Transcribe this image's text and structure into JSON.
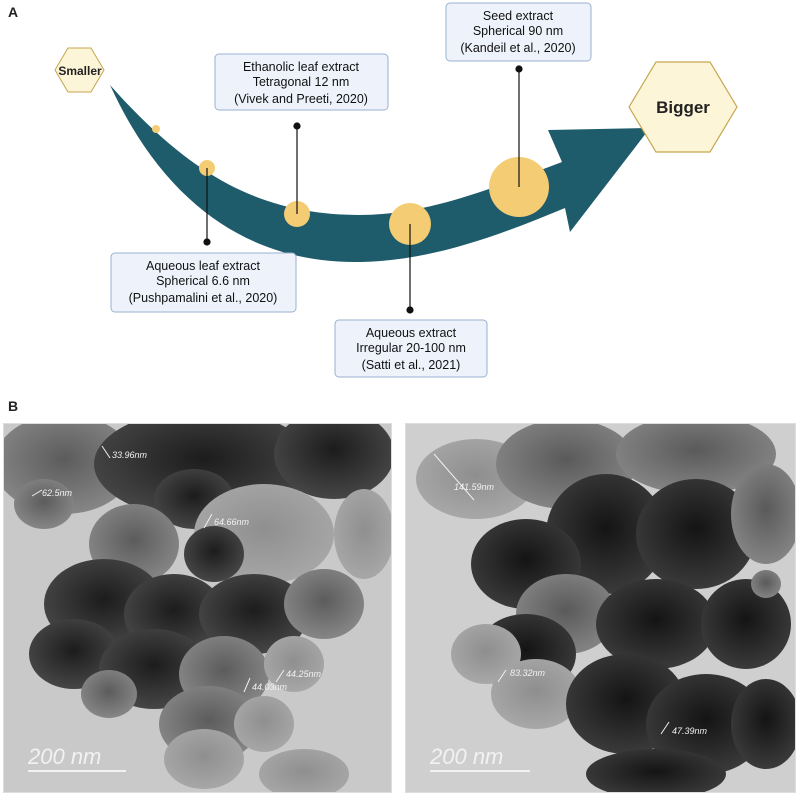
{
  "panel_a": {
    "letter": "A",
    "start_label": "Smaller",
    "end_label": "Bigger",
    "callouts": [
      {
        "lines": [
          "Aqueous leaf extract",
          "Spherical 6.6 nm",
          "(Pushpamalini et al., 2020)"
        ]
      },
      {
        "lines": [
          "Ethanolic leaf extract",
          "Tetragonal 12 nm",
          "(Vivek and Preeti, 2020)"
        ]
      },
      {
        "lines": [
          "Aqueous extract",
          "Irregular 20-100 nm",
          "(Satti et al., 2021)"
        ]
      },
      {
        "lines": [
          "Seed extract",
          "Spherical 90 nm",
          "(Kandeil et al., 2020)"
        ]
      }
    ],
    "colors": {
      "arrow": "#1f5c6b",
      "particle": "#f4cc74",
      "hexagon_fill": "#fdf5d8",
      "hexagon_stroke": "#c4a64e",
      "callout_fill": "#eef3fb",
      "callout_stroke": "#9ab0d0"
    }
  },
  "panel_b": {
    "letter": "B",
    "left_image": {
      "scale_bar": "200 nm",
      "measurements": [
        "33.96nm",
        "64.66nm",
        "44.03nm",
        "44.25nm",
        "62.5nm"
      ]
    },
    "right_image": {
      "scale_bar": "200 nm",
      "measurements": [
        "141.59nm",
        "83.32nm",
        "47.39nm"
      ]
    }
  }
}
